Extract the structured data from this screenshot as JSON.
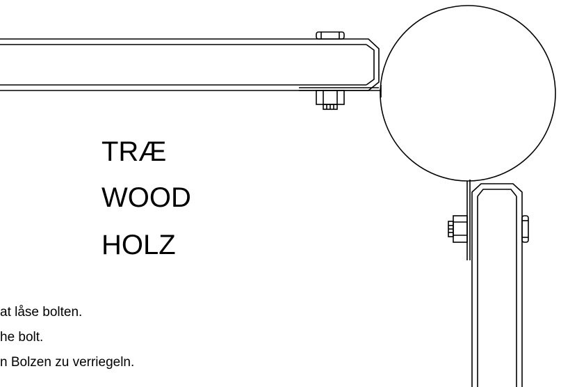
{
  "material_labels": {
    "danish": "TRÆ",
    "english": "WOOD",
    "german": "HOLZ"
  },
  "instructions": [
    "at låse bolten.",
    "he bolt.",
    "n Bolzen zu verriegeln."
  ],
  "line_color": "#000000"
}
